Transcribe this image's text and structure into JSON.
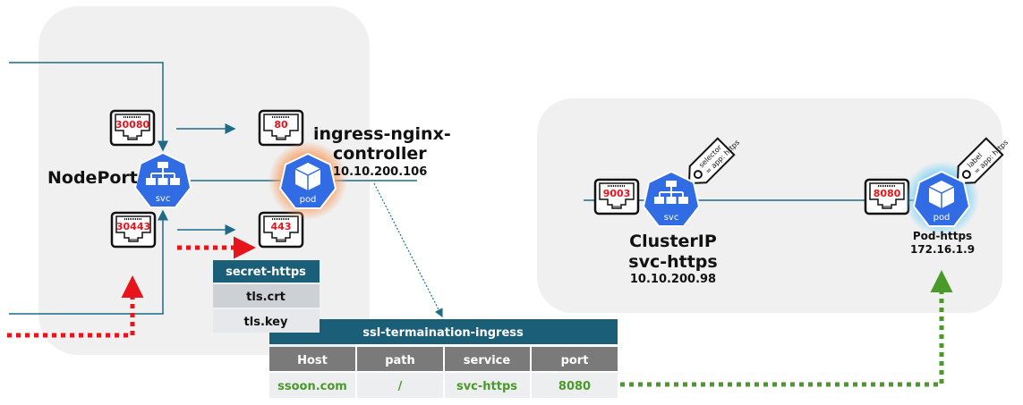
{
  "colors": {
    "line": "#1e6a86",
    "svc_blue": "#326ce5",
    "red_flow": "#e8141c",
    "green_flow": "#4a9a2a",
    "header": "#1b5e78",
    "col_header": "#7a7a7a",
    "row_green": "#4a9a2a"
  },
  "nodeport": {
    "label": "NodePort",
    "svc_text": "svc",
    "ports": [
      "30080",
      "30443"
    ]
  },
  "ingress_controller": {
    "name_line1": "ingress-nginx-",
    "name_line2": "controller",
    "ip": "10.10.200.106",
    "pod_text": "pod",
    "ports": [
      "80",
      "443"
    ]
  },
  "secret": {
    "title": "secret-https",
    "items": [
      "tls.crt",
      "tls.key"
    ]
  },
  "ingress": {
    "title": "ssl-termaination-ingress",
    "columns": [
      "Host",
      "path",
      "service",
      "port"
    ],
    "row": [
      "ssoon.com",
      "/",
      "svc-https",
      "8080"
    ]
  },
  "clusterip": {
    "type": "ClusterIP",
    "name": "svc-https",
    "ip": "10.10.200.98",
    "svc_text": "svc",
    "port": "9003",
    "tag_line1": "selector",
    "tag_line2": "= app: https"
  },
  "pod_https": {
    "name": "Pod-https",
    "ip": "172.16.1.9",
    "pod_text": "pod",
    "port": "8080",
    "tag_line1": "label",
    "tag_line2": "= app: https"
  }
}
